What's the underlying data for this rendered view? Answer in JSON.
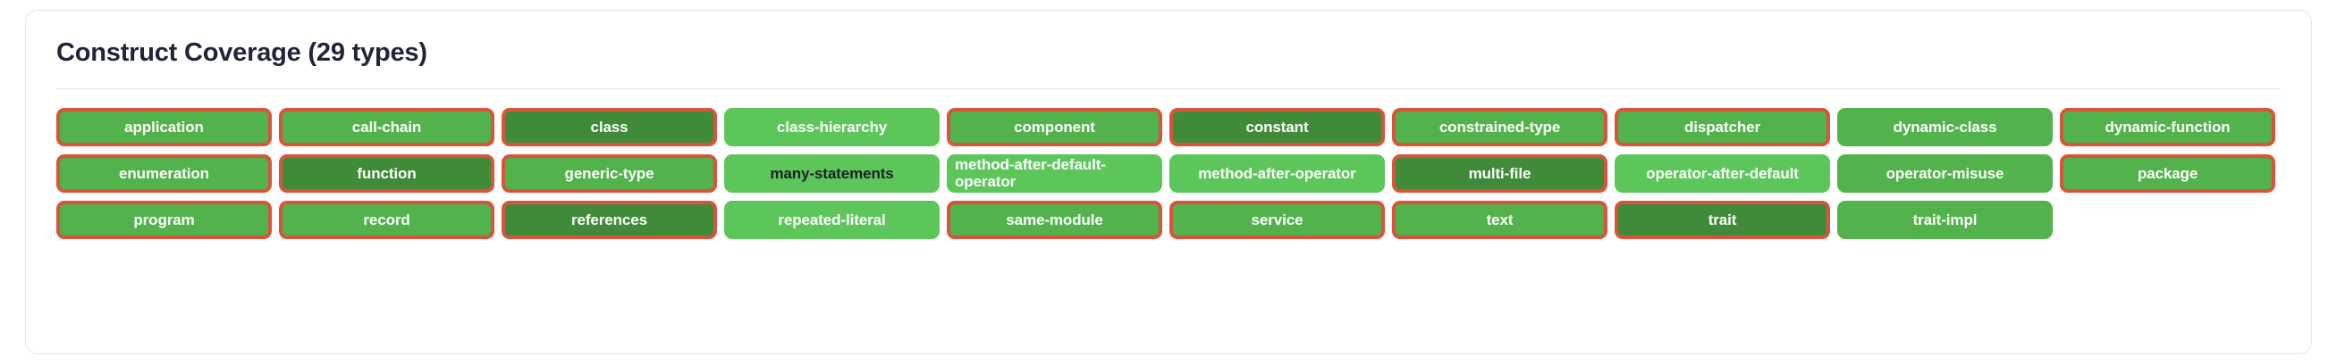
{
  "card": {
    "title": "Construct Coverage (29 types)",
    "type_count": 29,
    "colors": {
      "fill_light_green": "#5cc65a",
      "fill_mid_green": "#52b24c",
      "fill_dark_green": "#3f8b39",
      "border_orange": "#d9543c",
      "title_text": "#22243a",
      "card_border": "#e3e5e8",
      "divider": "#e4e6e9",
      "badge_text_light": "#ffffff",
      "badge_text_dark": "#1d2027"
    }
  },
  "badges": [
    {
      "label": "application",
      "fill": "fill-mid",
      "text": "txt-white",
      "border": "bordered",
      "wrap": false
    },
    {
      "label": "call-chain",
      "fill": "fill-mid",
      "text": "txt-white",
      "border": "bordered",
      "wrap": false
    },
    {
      "label": "class",
      "fill": "fill-dark",
      "text": "txt-white",
      "border": "bordered",
      "wrap": false
    },
    {
      "label": "class-hierarchy",
      "fill": "fill-light",
      "text": "txt-white",
      "border": "unbordered",
      "wrap": false
    },
    {
      "label": "component",
      "fill": "fill-mid",
      "text": "txt-white",
      "border": "bordered",
      "wrap": false
    },
    {
      "label": "constant",
      "fill": "fill-dark",
      "text": "txt-white",
      "border": "bordered",
      "wrap": false
    },
    {
      "label": "constrained-type",
      "fill": "fill-mid",
      "text": "txt-white",
      "border": "bordered",
      "wrap": false
    },
    {
      "label": "dispatcher",
      "fill": "fill-mid",
      "text": "txt-white",
      "border": "bordered",
      "wrap": false
    },
    {
      "label": "dynamic-class",
      "fill": "fill-mid",
      "text": "txt-white",
      "border": "unbordered",
      "wrap": false
    },
    {
      "label": "dynamic-function",
      "fill": "fill-mid",
      "text": "txt-white",
      "border": "bordered",
      "wrap": false
    },
    {
      "label": "enumeration",
      "fill": "fill-mid",
      "text": "txt-white",
      "border": "bordered",
      "wrap": false
    },
    {
      "label": "function",
      "fill": "fill-dark",
      "text": "txt-white",
      "border": "bordered",
      "wrap": false
    },
    {
      "label": "generic-type",
      "fill": "fill-mid",
      "text": "txt-white",
      "border": "bordered",
      "wrap": false
    },
    {
      "label": "many-statements",
      "fill": "fill-light",
      "text": "txt-dark",
      "border": "unbordered",
      "wrap": false
    },
    {
      "label": "method-after-default-operator",
      "fill": "fill-light",
      "text": "txt-white",
      "border": "unbordered",
      "wrap": true
    },
    {
      "label": "method-after-operator",
      "fill": "fill-light",
      "text": "txt-white",
      "border": "unbordered",
      "wrap": false
    },
    {
      "label": "multi-file",
      "fill": "fill-dark",
      "text": "txt-white",
      "border": "bordered",
      "wrap": false
    },
    {
      "label": "operator-after-default",
      "fill": "fill-light",
      "text": "txt-white",
      "border": "unbordered",
      "wrap": false
    },
    {
      "label": "operator-misuse",
      "fill": "fill-mid",
      "text": "txt-white",
      "border": "unbordered",
      "wrap": false
    },
    {
      "label": "package",
      "fill": "fill-mid",
      "text": "txt-white",
      "border": "bordered",
      "wrap": false
    },
    {
      "label": "program",
      "fill": "fill-mid",
      "text": "txt-white",
      "border": "bordered",
      "wrap": false
    },
    {
      "label": "record",
      "fill": "fill-mid",
      "text": "txt-white",
      "border": "bordered",
      "wrap": false
    },
    {
      "label": "references",
      "fill": "fill-dark",
      "text": "txt-white",
      "border": "bordered",
      "wrap": false
    },
    {
      "label": "repeated-literal",
      "fill": "fill-light",
      "text": "txt-white",
      "border": "unbordered",
      "wrap": false
    },
    {
      "label": "same-module",
      "fill": "fill-mid",
      "text": "txt-white",
      "border": "bordered",
      "wrap": false
    },
    {
      "label": "service",
      "fill": "fill-mid",
      "text": "txt-white",
      "border": "bordered",
      "wrap": false
    },
    {
      "label": "text",
      "fill": "fill-mid",
      "text": "txt-white",
      "border": "bordered",
      "wrap": false
    },
    {
      "label": "trait",
      "fill": "fill-dark",
      "text": "txt-white",
      "border": "bordered",
      "wrap": false
    },
    {
      "label": "trait-impl",
      "fill": "fill-mid",
      "text": "txt-white",
      "border": "unbordered",
      "wrap": false
    }
  ]
}
